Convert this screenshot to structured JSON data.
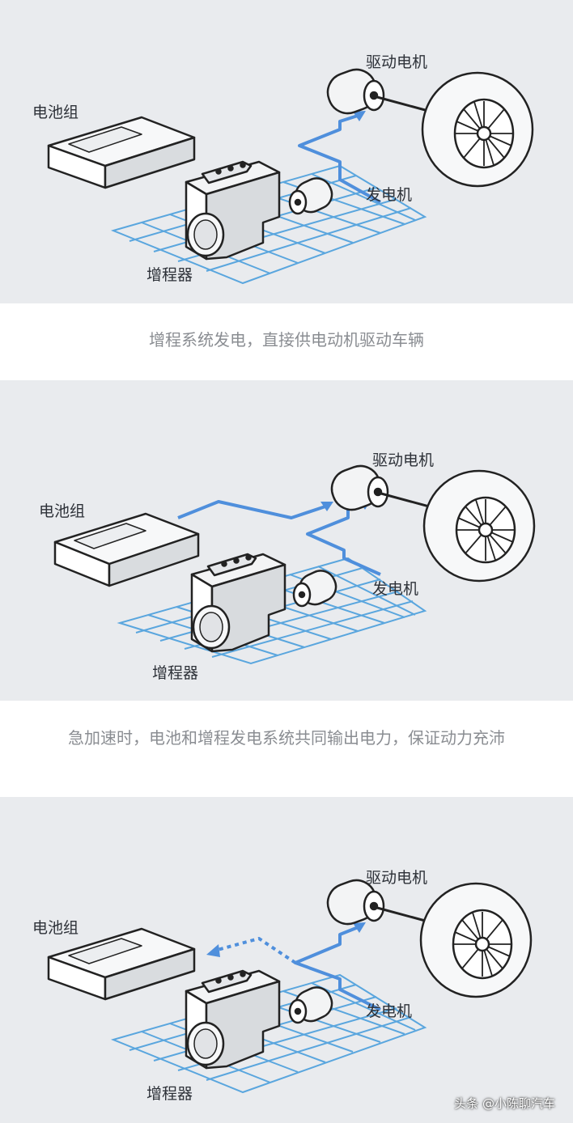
{
  "panels": [
    {
      "labels": {
        "battery": "电池组",
        "motor": "驱动电机",
        "generator": "发电机",
        "range_extender": "增程器"
      },
      "caption": "增程系统发电，直接供电动机驱动车辆",
      "flow": "extender_to_motor"
    },
    {
      "labels": {
        "battery": "电池组",
        "motor": "驱动电机",
        "generator": "发电机",
        "range_extender": "增程器"
      },
      "caption": "急加速时，电池和增程发电系统共同输出电力，保证动力充沛",
      "flow": "battery_and_extender_to_motor"
    },
    {
      "labels": {
        "battery": "电池组",
        "motor": "驱动电机",
        "generator": "发电机",
        "range_extender": "增程器"
      },
      "caption": "",
      "flow": "extender_to_motor_and_charge_battery"
    }
  ],
  "watermark": "头条 @小陈聊汽车",
  "colors": {
    "flow_arrow": "#4f8fdc",
    "grid": "#5aa6de",
    "outline": "#222222",
    "panel_bg": "#e9ebee",
    "caption_text": "#8a8d92"
  }
}
